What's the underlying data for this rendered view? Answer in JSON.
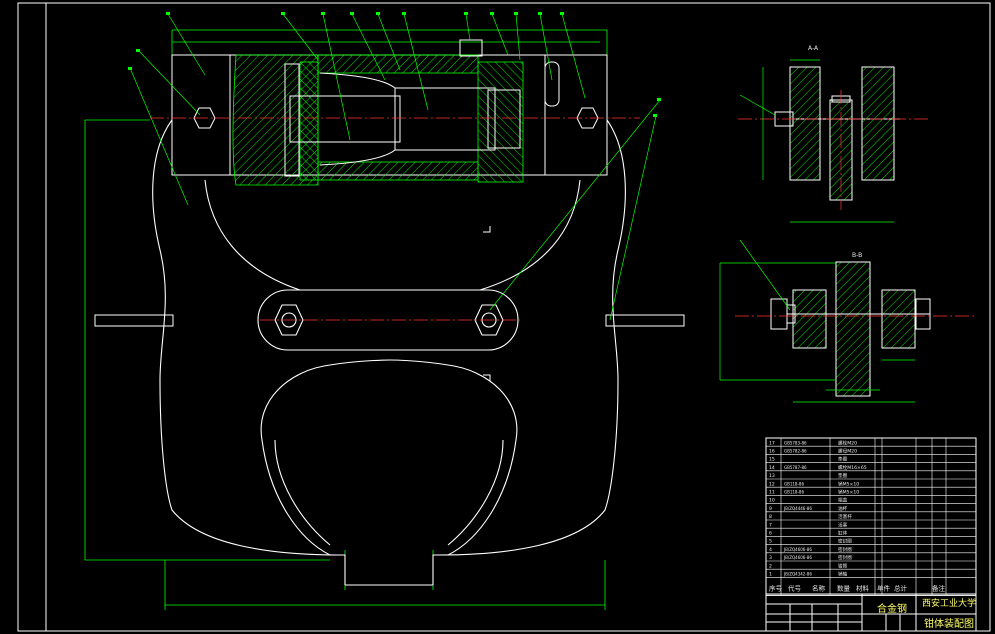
{
  "colors": {
    "background": "#000000",
    "outline": "#ffffff",
    "section_hatch": "#00ff00",
    "dimension": "#00ff00",
    "leader": "#00ff00",
    "centerline": "#ff3333",
    "title_text": "#ffff66"
  },
  "views": {
    "section_aa": {
      "label": "A-A"
    },
    "section_bb": {
      "label": "B-B"
    }
  },
  "title_block": {
    "material": "合金钢",
    "school": "西安工业大学",
    "drawing_name": "钳体装配图",
    "header_cells": [
      "序号",
      "代号",
      "名称",
      "数量",
      "材料",
      "单件",
      "总计",
      "备注"
    ]
  },
  "parts_list": [
    {
      "no": "17",
      "code": "GB5783-86",
      "name": "螺栓M20"
    },
    {
      "no": "16",
      "code": "GB5782-86",
      "name": "螺母M20"
    },
    {
      "no": "15",
      "code": "",
      "name": "垫圈"
    },
    {
      "no": "14",
      "code": "GB5787-86",
      "name": "螺栓M16×65"
    },
    {
      "no": "13",
      "code": "",
      "name": "垫圈"
    },
    {
      "no": "12",
      "code": "GB118-86",
      "name": "销M5×10"
    },
    {
      "no": "11",
      "code": "GB118-86",
      "name": "销M5×10"
    },
    {
      "no": "10",
      "code": "",
      "name": "端盖"
    },
    {
      "no": "9",
      "code": "JB/ZQ4446-86",
      "name": "油杯"
    },
    {
      "no": "8",
      "code": "",
      "name": "活塞杆"
    },
    {
      "no": "7",
      "code": "",
      "name": "活塞"
    },
    {
      "no": "6",
      "code": "",
      "name": "缸体"
    },
    {
      "no": "5",
      "code": "",
      "name": "密封圈"
    },
    {
      "no": "4",
      "code": "JB/ZQ4606-86",
      "name": "密封圈"
    },
    {
      "no": "3",
      "code": "JB/ZQ4606-86",
      "name": "密封圈"
    },
    {
      "no": "2",
      "code": "",
      "name": "钳臂"
    },
    {
      "no": "1",
      "code": "JB/ZQ4342-86",
      "name": "销轴"
    }
  ]
}
